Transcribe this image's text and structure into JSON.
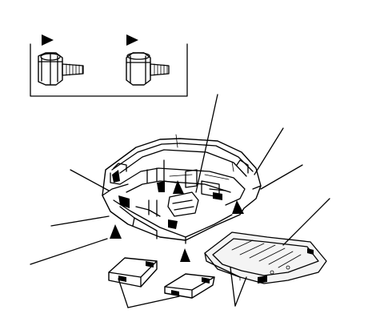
{
  "figure": {
    "kind": "exploded-parts-diagram",
    "subject": "ceiling-console-assembly",
    "icons": {
      "fastener_marker": "filled-triangle",
      "bolt_a": "flange-bolt-icon",
      "bolt_b": "flange-bolt-icon"
    },
    "colors": {
      "line": "#000000",
      "background": "#ffffff",
      "shading": "#f4f4f4"
    }
  }
}
